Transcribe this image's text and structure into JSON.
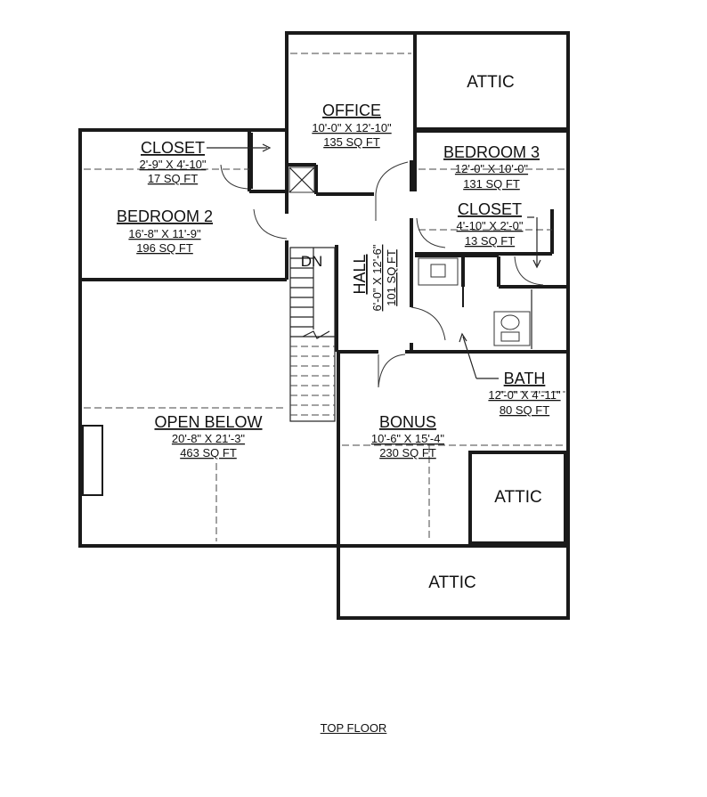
{
  "caption": "TOP FLOOR",
  "stairs_label": "DN",
  "rooms": {
    "office": {
      "name": "OFFICE",
      "dims": "10'-0\" X 12'-10\"",
      "area": "135 SQ FT"
    },
    "closet_1": {
      "name": "CLOSET",
      "dims": "2'-9\" X 4'-10\"",
      "area": "17 SQ FT"
    },
    "bedroom_2": {
      "name": "BEDROOM 2",
      "dims": "16'-8\" X 11'-9\"",
      "area": "196 SQ FT"
    },
    "bedroom_3": {
      "name": "BEDROOM 3",
      "dims": "12'-0\" X 10'-0\"",
      "area": "131 SQ FT"
    },
    "closet_2": {
      "name": "CLOSET",
      "dims": "4'-10\" X 2'-0\"",
      "area": "13 SQ FT"
    },
    "hall": {
      "name": "HALL",
      "dims": "6'-0\" X 12'-6\"",
      "area": "101 SQ FT"
    },
    "bath": {
      "name": "BATH",
      "dims": "12'-0\" X 4'-11\"",
      "area": "80 SQ FT"
    },
    "bonus": {
      "name": "BONUS",
      "dims": "10'-6\" X 15'-4\"",
      "area": "230 SQ FT"
    },
    "open_below": {
      "name": "OPEN BELOW",
      "dims": "20'-8\" X 21'-3\"",
      "area": "463 SQ FT"
    }
  },
  "attics": [
    "ATTIC",
    "ATTIC",
    "ATTIC"
  ]
}
